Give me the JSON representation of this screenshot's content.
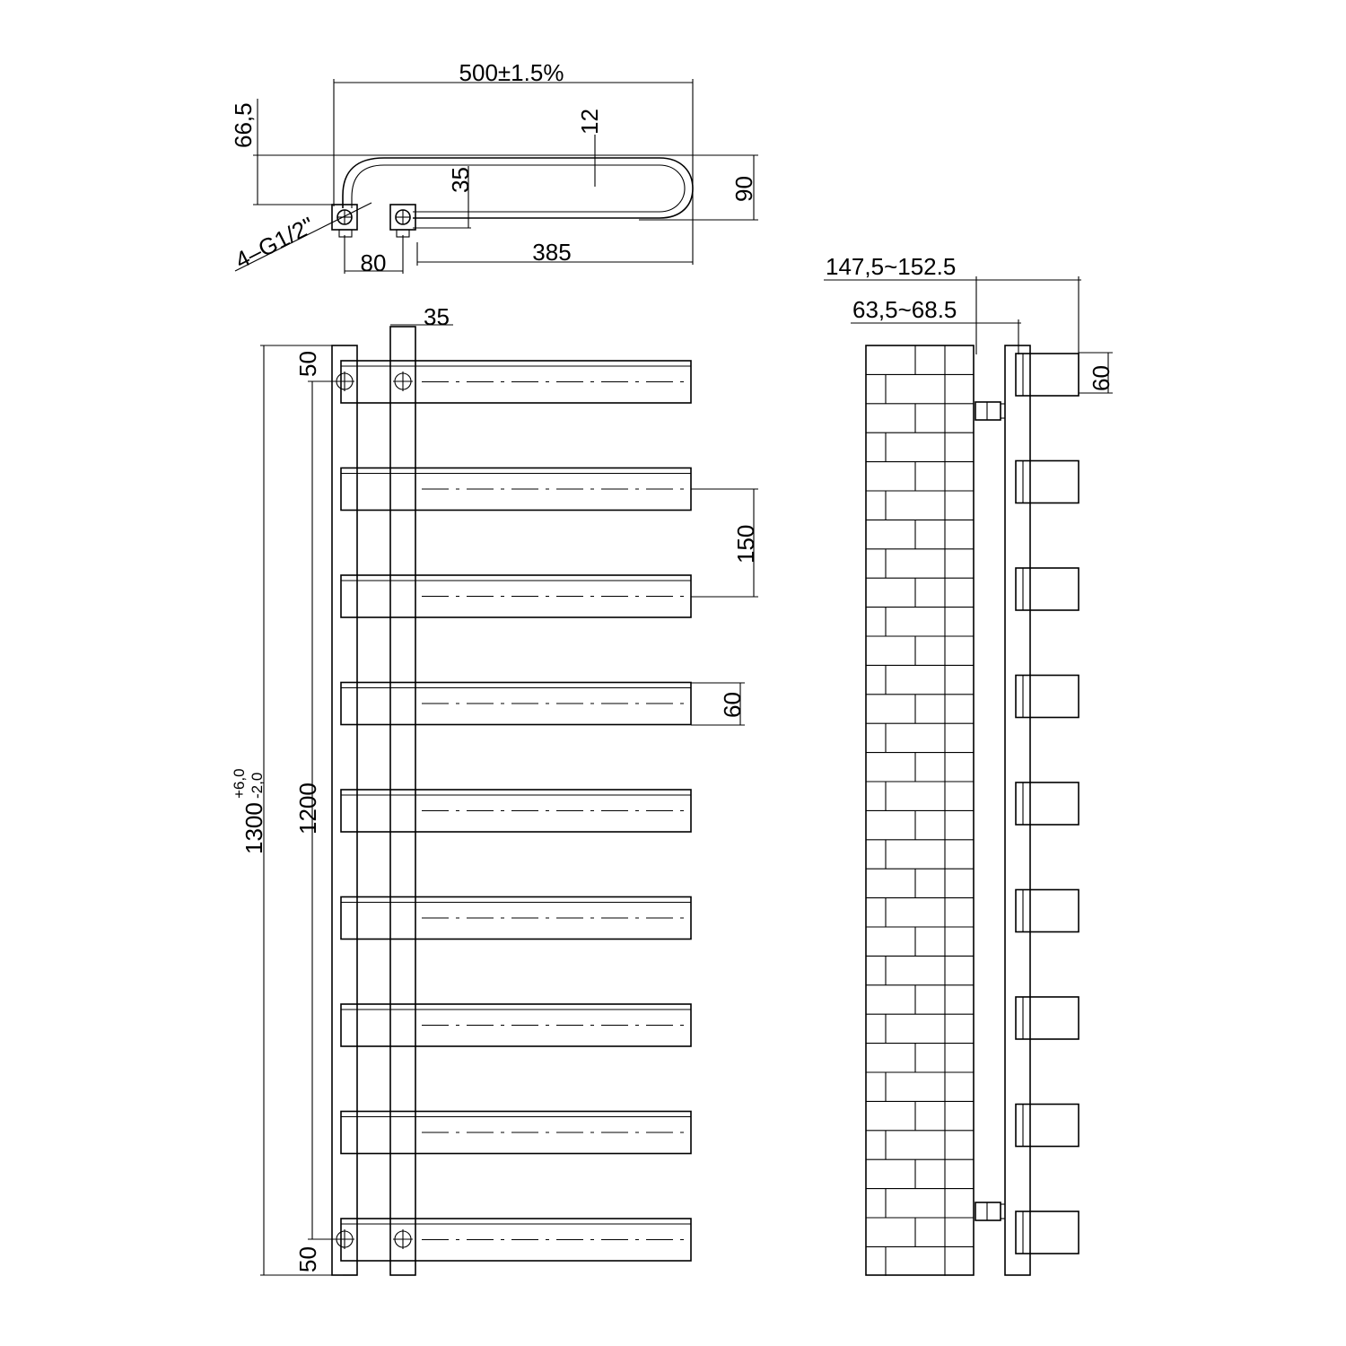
{
  "top_view": {
    "overall_width": "500±1.5%",
    "offset_height": "66,5",
    "gap": "12",
    "connector_height": "35",
    "depth": "90",
    "thread_note": "4–G1/2\"",
    "connector_spacing": "80",
    "bar_length": "385"
  },
  "front_view": {
    "column_width": "35",
    "top_margin": "50",
    "bottom_margin": "50",
    "total_height": "1300",
    "height_tolerance_plus": "+6,0",
    "height_tolerance_minus": "-2,0",
    "pipe_spacing": "1200",
    "bar_pitch": "150",
    "bar_height": "60",
    "bar_count": 9
  },
  "side_view": {
    "wall_distance_outer": "147,5~152.5",
    "wall_distance_inner": "63,5~68.5",
    "bar_height": "60"
  }
}
